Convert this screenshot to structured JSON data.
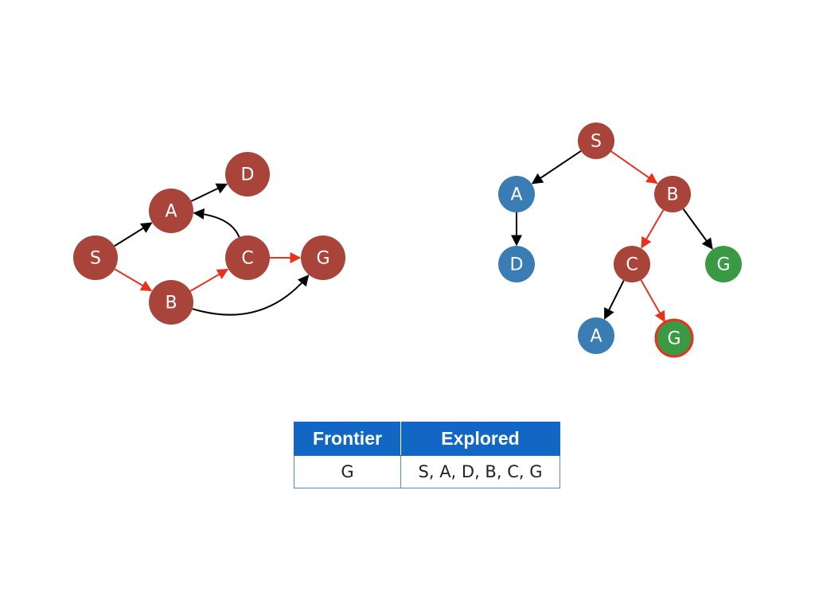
{
  "colors": {
    "node_default": "#a8443a",
    "node_tree_explored": "#3a7db4",
    "node_goal": "#3a9a44",
    "edge_default": "#000000",
    "edge_path": "#e8321e",
    "table_header": "#1267c4"
  },
  "graph": {
    "nodes": [
      {
        "id": "S",
        "label": "S"
      },
      {
        "id": "A",
        "label": "A"
      },
      {
        "id": "D",
        "label": "D"
      },
      {
        "id": "C",
        "label": "C"
      },
      {
        "id": "G",
        "label": "G"
      },
      {
        "id": "B",
        "label": "B"
      }
    ],
    "edges": [
      {
        "from": "S",
        "to": "A",
        "highlight": false
      },
      {
        "from": "A",
        "to": "D",
        "highlight": false
      },
      {
        "from": "C",
        "to": "A",
        "highlight": false
      },
      {
        "from": "S",
        "to": "B",
        "highlight": true
      },
      {
        "from": "B",
        "to": "C",
        "highlight": true
      },
      {
        "from": "C",
        "to": "G",
        "highlight": true
      },
      {
        "from": "B",
        "to": "G",
        "highlight": false
      }
    ]
  },
  "tree": {
    "nodes": [
      {
        "id": "t_S",
        "label": "S",
        "status": "expanded"
      },
      {
        "id": "t_A1",
        "label": "A",
        "status": "explored"
      },
      {
        "id": "t_B",
        "label": "B",
        "status": "expanded"
      },
      {
        "id": "t_D",
        "label": "D",
        "status": "explored"
      },
      {
        "id": "t_C",
        "label": "C",
        "status": "expanded"
      },
      {
        "id": "t_G1",
        "label": "G",
        "status": "goal"
      },
      {
        "id": "t_A2",
        "label": "A",
        "status": "explored"
      },
      {
        "id": "t_G2",
        "label": "G",
        "status": "goal-selected"
      }
    ],
    "edges": [
      {
        "from": "t_S",
        "to": "t_A1",
        "highlight": false
      },
      {
        "from": "t_S",
        "to": "t_B",
        "highlight": true
      },
      {
        "from": "t_A1",
        "to": "t_D",
        "highlight": false
      },
      {
        "from": "t_B",
        "to": "t_C",
        "highlight": true
      },
      {
        "from": "t_B",
        "to": "t_G1",
        "highlight": false
      },
      {
        "from": "t_C",
        "to": "t_A2",
        "highlight": false
      },
      {
        "from": "t_C",
        "to": "t_G2",
        "highlight": true
      }
    ]
  },
  "table": {
    "headers": [
      "Frontier",
      "Explored"
    ],
    "row": [
      "G",
      "S, A, D, B, C, G"
    ]
  }
}
